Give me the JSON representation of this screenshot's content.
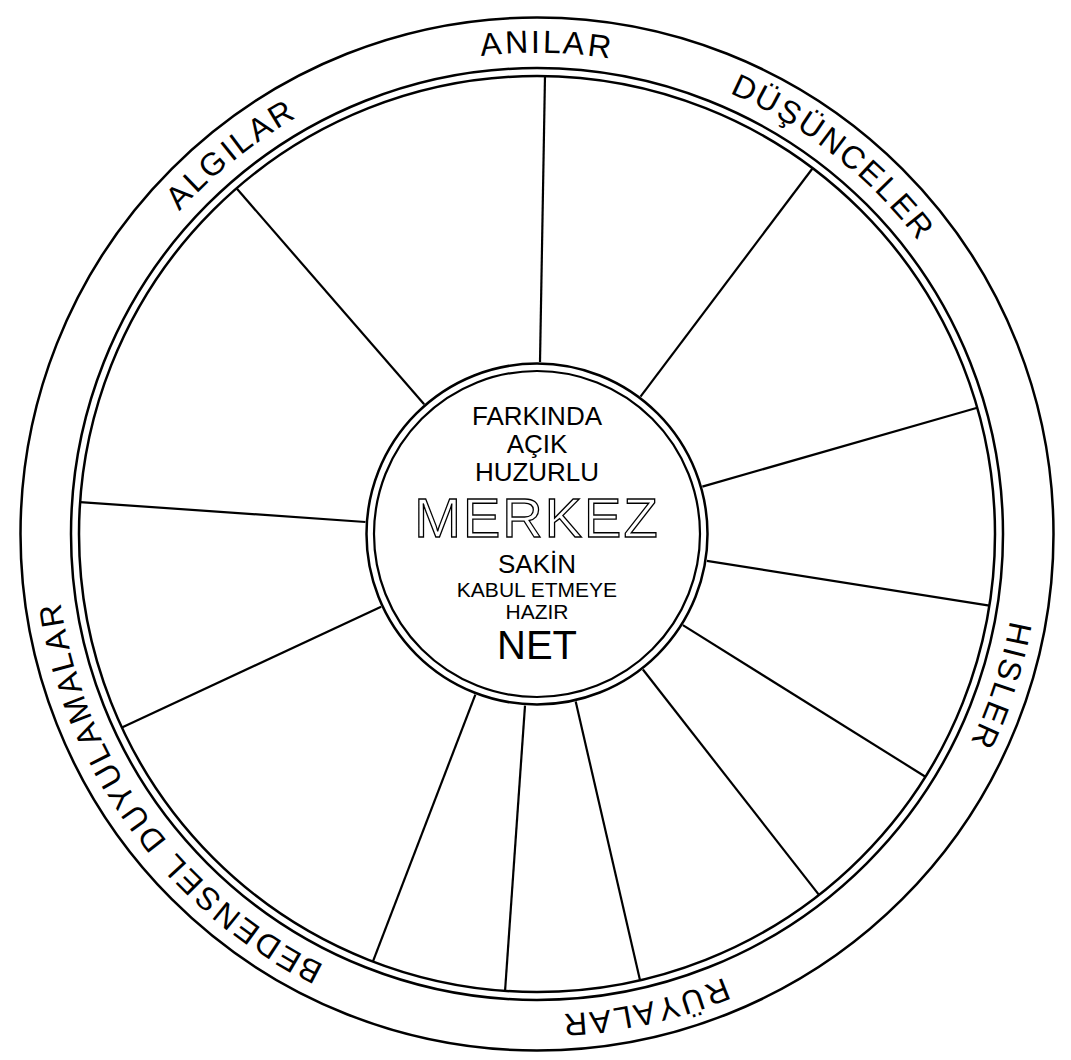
{
  "diagram": {
    "nodes": [
      {
        "text": [
          "ANILAR",
          "DÜŞÜNCELER",
          "HISLER",
          "RÜYALAR",
          "BEDENSEL DUYULAMALAR",
          "ALGILAR"
        ]
      },
      {
        "text": [
          "FARKINDA",
          "AÇIK",
          "HUZURLU",
          "MERKEZ",
          "SAKİN",
          "KABUL ETMEYE HAZIR",
          "NET"
        ],
        "in": 0
      }
    ]
  }
}
